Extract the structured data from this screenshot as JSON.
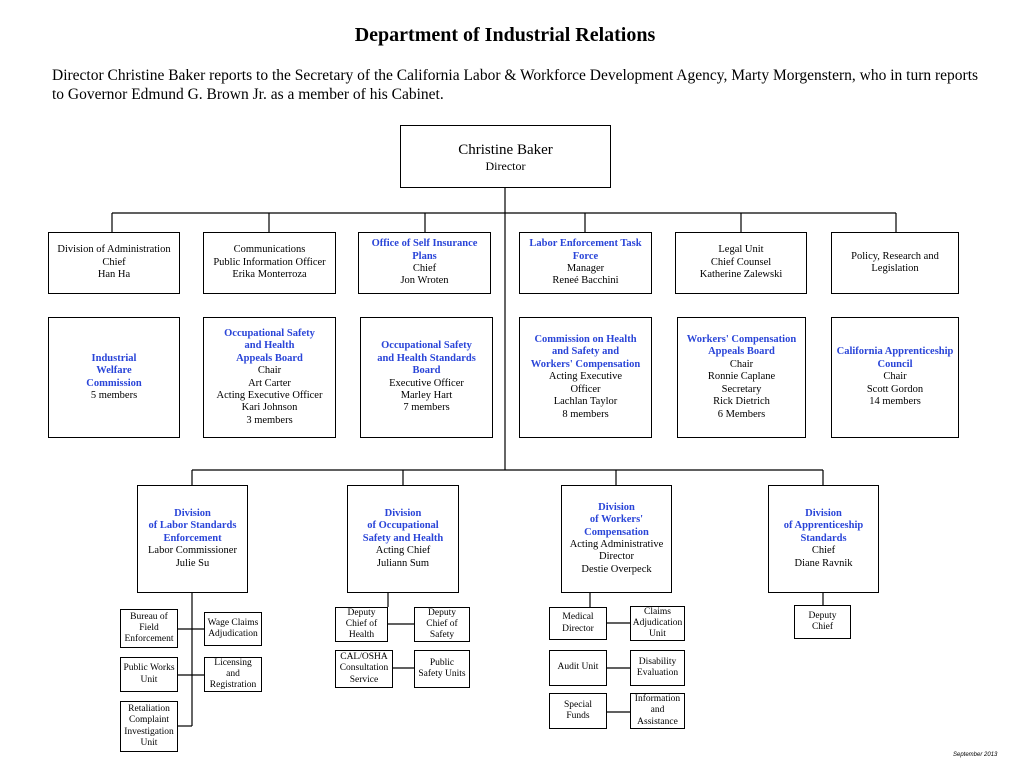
{
  "title": "Department of Industrial Relations",
  "intro": "Director Christine Baker reports to the Secretary of the California Labor & Workforce Development Agency, Marty Morgenstern, who in turn reports to Governor Edmund G. Brown Jr. as a member of his Cabinet.",
  "director": {
    "name": "Christine Baker",
    "role": "Director"
  },
  "row1": [
    {
      "lines": [
        "Division of Administration",
        "Chief",
        "Han Ha"
      ]
    },
    {
      "lines": [
        "Communications",
        "Public Information Officer",
        "Erika Monterroza"
      ]
    },
    {
      "heading": [
        "Office of Self Insurance",
        "Plans"
      ],
      "lines": [
        "Chief",
        "Jon Wroten"
      ]
    },
    {
      "heading": [
        "Labor Enforcement Task",
        "Force"
      ],
      "lines": [
        "Manager",
        "Reneé Bacchini"
      ]
    },
    {
      "lines": [
        "Legal Unit",
        "Chief Counsel",
        "Katherine Zalewski"
      ]
    },
    {
      "lines": [
        "Policy, Research and",
        "Legislation"
      ]
    }
  ],
  "row2": [
    {
      "heading": [
        "Industrial",
        "Welfare",
        "Commission"
      ],
      "lines": [
        "5 members"
      ]
    },
    {
      "heading": [
        "Occupational Safety",
        "and Health",
        "Appeals Board"
      ],
      "lines": [
        "Chair",
        "Art Carter",
        "Acting Executive Officer",
        "Kari Johnson",
        "3 members"
      ]
    },
    {
      "heading": [
        "Occupational Safety",
        "and Health Standards",
        "Board"
      ],
      "lines": [
        "Executive Officer",
        "Marley Hart",
        "7 members"
      ]
    },
    {
      "heading": [
        "Commission on Health",
        "and Safety and",
        "Workers' Compensation"
      ],
      "lines": [
        "Acting Executive",
        "Officer",
        "Lachlan Taylor",
        "8 members"
      ]
    },
    {
      "heading": [
        "Workers' Compensation",
        "Appeals Board"
      ],
      "lines": [
        "Chair",
        "Ronnie Caplane",
        "Secretary",
        "Rick Dietrich",
        "6 Members"
      ]
    },
    {
      "heading": [
        "California Apprenticeship",
        "Council"
      ],
      "lines": [
        "Chair",
        "Scott Gordon",
        "14 members"
      ]
    }
  ],
  "divisions": [
    {
      "heading": [
        "Division",
        "of Labor Standards",
        "Enforcement"
      ],
      "lines": [
        "Labor Commissioner",
        "Julie Su"
      ]
    },
    {
      "heading": [
        "Division",
        "of Occupational",
        "Safety and Health"
      ],
      "lines": [
        "Acting Chief",
        "Juliann Sum"
      ]
    },
    {
      "heading": [
        "Division",
        "of  Workers'",
        "Compensation"
      ],
      "lines": [
        "Acting Administrative",
        "Director",
        "Destie Overpeck"
      ]
    },
    {
      "heading": [
        "Division",
        "of Apprenticeship",
        "Standards"
      ],
      "lines": [
        "Chief",
        "Diane Ravnik"
      ]
    }
  ],
  "units": [
    {
      "lines": [
        "Bureau of",
        "Field",
        "Enforcement"
      ]
    },
    {
      "lines": [
        "Wage Claims",
        "Adjudication"
      ]
    },
    {
      "lines": [
        "Public Works",
        "Unit"
      ]
    },
    {
      "lines": [
        "Licensing and",
        "Registration"
      ]
    },
    {
      "lines": [
        "Retaliation",
        "Complaint",
        "Investigation",
        "Unit"
      ]
    },
    {
      "lines": [
        "Deputy",
        "Chief of",
        "Health"
      ]
    },
    {
      "lines": [
        "Deputy",
        "Chief of",
        "Safety"
      ]
    },
    {
      "lines": [
        "CAL/OSHA",
        "Consultation",
        "Service"
      ]
    },
    {
      "lines": [
        "Public",
        "Safety Units"
      ]
    },
    {
      "lines": [
        "Medical",
        "Director"
      ]
    },
    {
      "lines": [
        "Claims",
        "Adjudication",
        "Unit"
      ]
    },
    {
      "lines": [
        "Audit Unit"
      ]
    },
    {
      "lines": [
        "Disability",
        "Evaluation"
      ]
    },
    {
      "lines": [
        "Special",
        "Funds"
      ]
    },
    {
      "lines": [
        "Information",
        "and",
        "Assistance"
      ]
    },
    {
      "lines": [
        "Deputy",
        "Chief"
      ]
    }
  ],
  "footer": "September  2013"
}
